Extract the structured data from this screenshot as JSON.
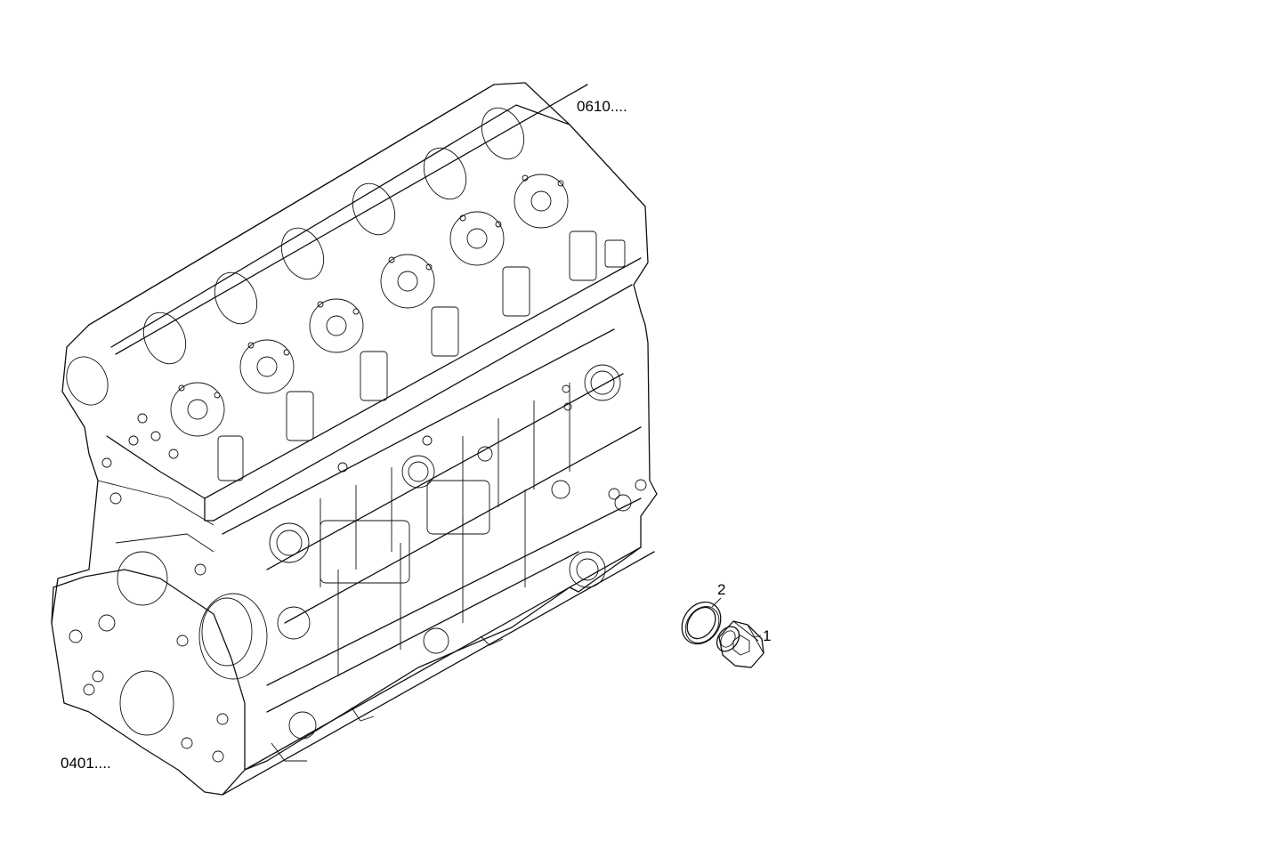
{
  "labels": {
    "ref_top": "0610....",
    "ref_bottom": "0401....",
    "item_1": "1",
    "item_2": "2"
  },
  "parts": [
    {
      "item": "1",
      "part": "plug-icon"
    },
    {
      "item": "2",
      "part": "sealing-ring-icon"
    }
  ],
  "colors": {
    "line": "#111111",
    "background": "#ffffff"
  }
}
